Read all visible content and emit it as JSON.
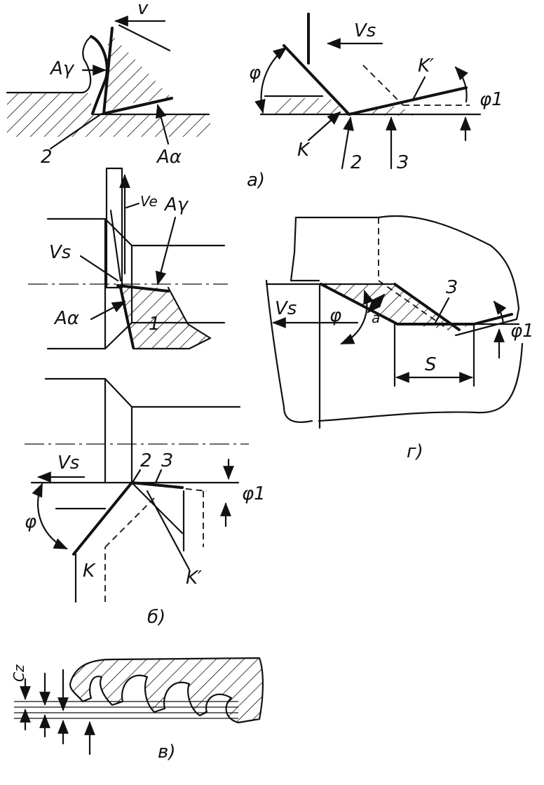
{
  "labels": {
    "v": "v",
    "a_gamma_top": "Aγ",
    "two_a": "2",
    "a_alpha_top": "Aα",
    "vs_a": "Vs",
    "phi_a": "φ",
    "k_prime_a": "K′",
    "phi1_a": "φ1",
    "k_a": "K",
    "two_a2": "2",
    "three_a": "З",
    "cap_a": "а)",
    "ve_b": "Ve",
    "a_gamma_b": "Aγ",
    "vs_b": "Vs",
    "a_alpha_b": "Aα",
    "one_b": "1",
    "vs_b2": "Vs",
    "two_b": "2",
    "three_b": "З",
    "phi1_b": "φ1",
    "phi_b": "φ",
    "k_b": "K",
    "k_prime_b": "K′",
    "cap_b": "б)",
    "vs_g": "Vs",
    "phi_g": "φ",
    "a_g": "a",
    "three_g": "З",
    "phi1_g": "φ1",
    "s_g": "S",
    "cap_g": "г)",
    "cz_v": "Cz",
    "cap_v": "в)"
  }
}
